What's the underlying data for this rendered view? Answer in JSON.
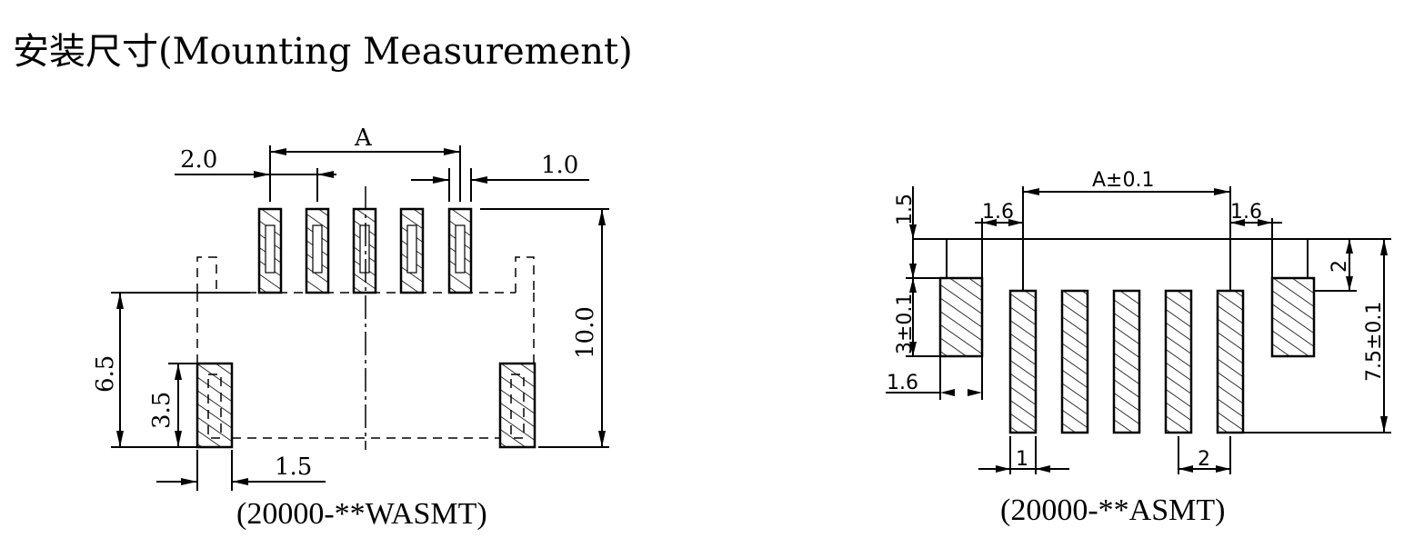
{
  "title": "安装尺寸(Mounting Measurement)",
  "left_view": {
    "caption": "(20000-**WASMT)",
    "dims": {
      "A": "A",
      "pitch": "2.0",
      "pin_width": "1.0",
      "height_total": "10.0",
      "height_body": "6.5",
      "tab_height": "3.5",
      "tab_width": "1.5"
    }
  },
  "right_view": {
    "caption": "(20000-**ASMT)",
    "dims": {
      "A": "A±0.1",
      "offset_top": "1.5",
      "tab_gap_left": "1.6",
      "tab_gap_right": "1.6",
      "tab_height": "3±0.1",
      "tab_width": "1.6",
      "tab_offset": "2",
      "total_height": "7.5±0.1",
      "pad_width": "1",
      "pitch": "2"
    }
  }
}
